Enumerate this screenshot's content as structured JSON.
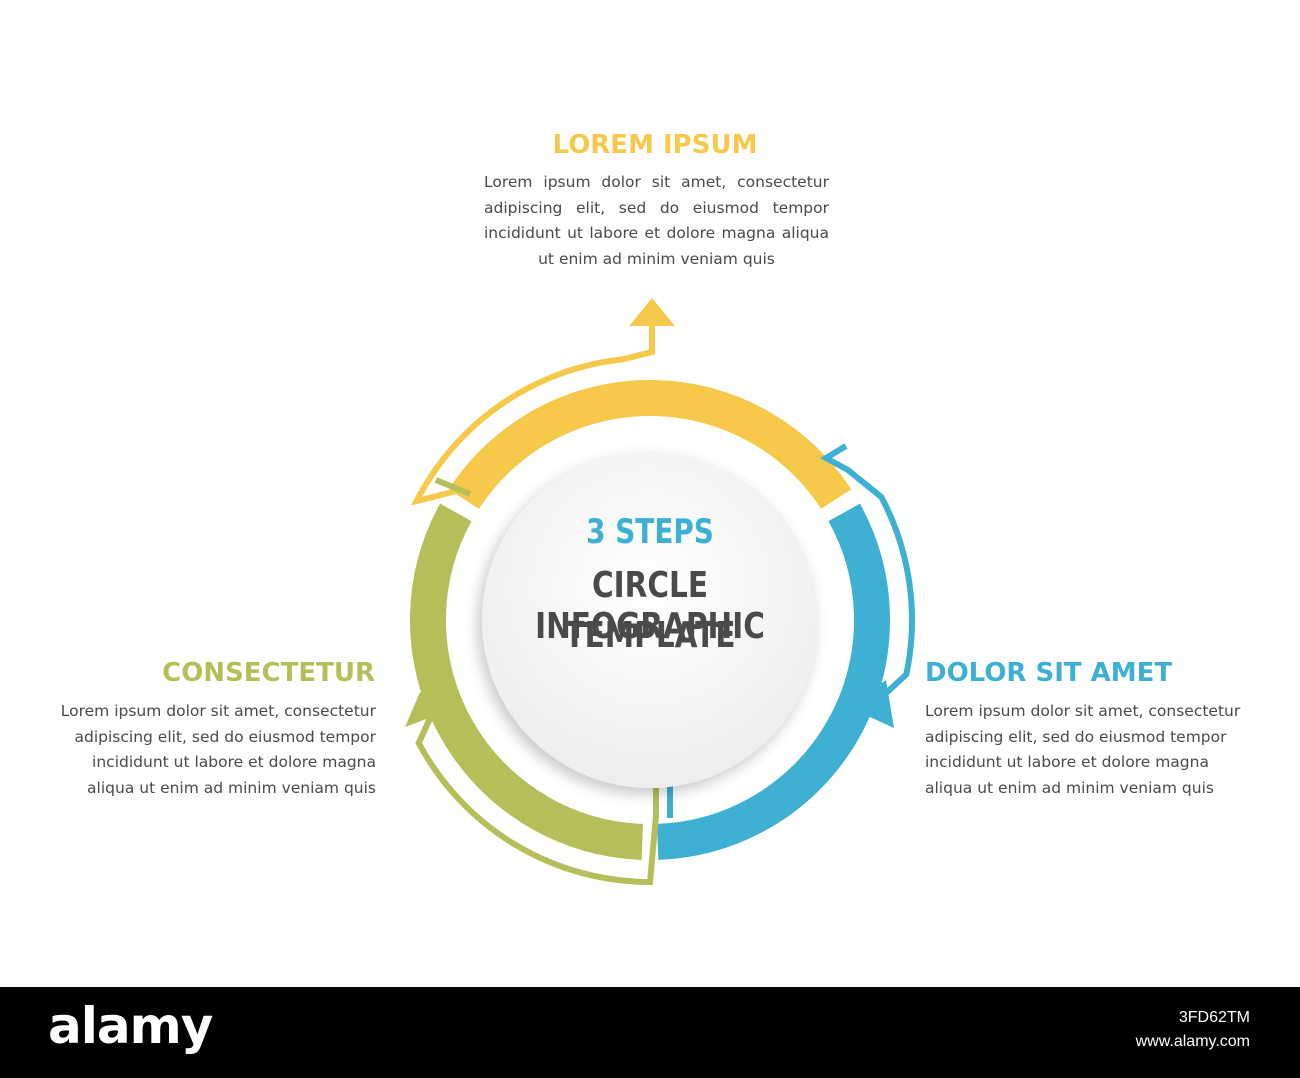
{
  "colors": {
    "yellow": "#F7C94B",
    "green": "#B5BE58",
    "blue": "#3DB0D4",
    "text_dark": "#4A4A4A",
    "background": "#FFFFFF"
  },
  "center": {
    "steps": "3 STEPS",
    "line1": "CIRCLE INFOGRAPHIC",
    "line2": "TEMPLATE"
  },
  "steps": [
    {
      "heading": "LOREM IPSUM",
      "text": "Lorem ipsum dolor sit amet, consectetur adipiscing elit, sed do eiusmod tempor incididunt ut labore et dolore magna aliqua ut enim ad minim veniam quis",
      "color": "#F7C94B",
      "arrow_icon": "arrow-up-icon"
    },
    {
      "heading": "DOLOR SIT AMET",
      "text": "Lorem ipsum dolor sit amet, consectetur adipiscing elit, sed do eiusmod tempor incididunt ut labore et dolore magna aliqua ut enim ad minim veniam quis",
      "color": "#3DB0D4",
      "arrow_icon": "arrow-down-right-icon"
    },
    {
      "heading": "CONSECTETUR",
      "text": "Lorem ipsum dolor sit amet, consectetur adipiscing elit, sed do eiusmod tempor incididunt ut labore et dolore magna aliqua ut enim ad minim veniam quis",
      "color": "#B5BE58",
      "arrow_icon": "arrow-left-icon"
    }
  ],
  "footer": {
    "brand": "alamy",
    "image_id": "3FD62TM",
    "url": "www.alamy.com"
  }
}
